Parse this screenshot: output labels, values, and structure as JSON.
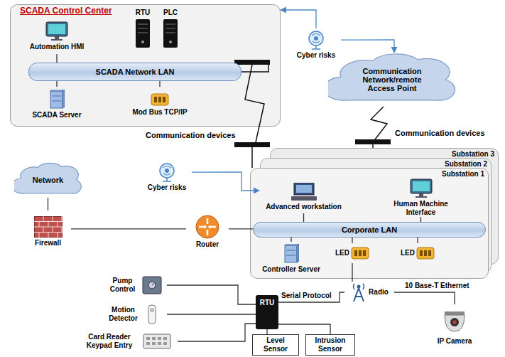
{
  "diagram": {
    "nodes": [
      {
        "text": [
          "SCADA Control Center"
        ]
      },
      {
        "text": [
          "Automation HMI"
        ],
        "in": 0
      },
      {
        "text": [
          "RTU"
        ],
        "in": 0
      },
      {
        "text": [
          "PLC"
        ],
        "in": 0
      },
      {
        "text": [
          "SCADA Network LAN"
        ],
        "in": 0
      },
      {
        "text": [
          "SCADA Server"
        ],
        "in": 0
      },
      {
        "text": [
          "Mod Bus TCP/IP"
        ],
        "in": 0
      },
      {
        "text": [
          "Cyber risks"
        ]
      },
      {
        "text": [
          "Communication Network/remote Access Point"
        ]
      },
      {
        "text": [
          "Substation 3"
        ]
      },
      {
        "text": [
          "Substation 2"
        ]
      },
      {
        "text": [
          "Substation 1"
        ]
      },
      {
        "text": [
          "Network"
        ]
      },
      {
        "text": [
          "Cyber risks"
        ]
      },
      {
        "text": [
          "Advanced workstation"
        ],
        "in": 11
      },
      {
        "text": [
          "Human Machine Interface"
        ],
        "in": 11
      },
      {
        "text": [
          "Firewall"
        ]
      },
      {
        "text": [
          "Router"
        ]
      },
      {
        "text": [
          "Corporate LAN"
        ],
        "in": 11
      },
      {
        "text": [
          "Controller Server"
        ],
        "in": 11
      },
      {
        "text": [
          "LED"
        ],
        "in": 11
      },
      {
        "text": [
          "LED"
        ],
        "in": 11
      },
      {
        "text": [
          "Pump Control"
        ]
      },
      {
        "text": [
          "Motion Detector"
        ]
      },
      {
        "text": [
          "RTU"
        ]
      },
      {
        "text": [
          "Radio"
        ]
      },
      {
        "text": [
          "Card Reader Keypad Entry"
        ]
      },
      {
        "text": [
          "IP Camera"
        ]
      },
      {
        "text": [
          "Level Sensor"
        ]
      },
      {
        "text": [
          "Intrusion Sensor"
        ]
      }
    ],
    "edges": [
      {
        "from": 1,
        "to": 4,
        "arrow": "none"
      },
      {
        "from": 5,
        "to": 4,
        "arrow": "none"
      },
      {
        "from": 6,
        "to": 4,
        "arrow": "none"
      },
      {
        "from": 7,
        "to": 0,
        "arrow": "to"
      },
      {
        "from": 7,
        "to": 8,
        "arrow": "to"
      },
      {
        "from": 12,
        "to": 16,
        "arrow": "none"
      },
      {
        "from": 16,
        "to": 17,
        "arrow": "none"
      },
      {
        "from": 17,
        "to": 18,
        "arrow": "none"
      },
      {
        "from": 13,
        "to": 14,
        "arrow": "to"
      },
      {
        "from": 14,
        "to": 18,
        "arrow": "none"
      },
      {
        "from": 15,
        "to": 18,
        "arrow": "none"
      },
      {
        "from": 19,
        "to": 18,
        "arrow": "none"
      },
      {
        "from": 20,
        "to": 18,
        "arrow": "none"
      },
      {
        "from": 21,
        "to": 18,
        "arrow": "none"
      },
      {
        "from": 20,
        "to": 25,
        "arrow": "none"
      },
      {
        "from": 25,
        "to": 27,
        "arrow": "none"
      },
      {
        "from": 22,
        "to": 24,
        "arrow": "none"
      },
      {
        "from": 23,
        "to": 24,
        "arrow": "none"
      },
      {
        "from": 26,
        "to": 24,
        "arrow": "none"
      },
      {
        "from": 24,
        "to": 28,
        "arrow": "none"
      },
      {
        "from": 24,
        "to": 29,
        "arrow": "none"
      },
      {
        "from": 24,
        "to": 25,
        "arrow": "none"
      }
    ],
    "labels": [
      "Communication devices",
      "Communication devices",
      "Serial Protocol",
      "10 Base-T Ethernet"
    ]
  }
}
